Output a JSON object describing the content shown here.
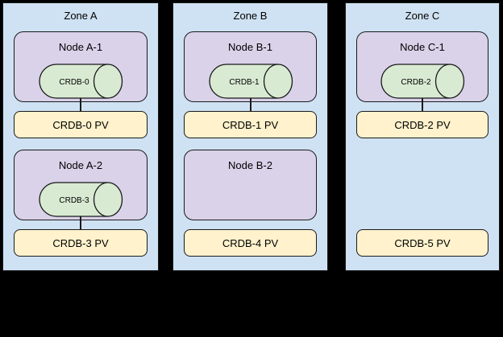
{
  "colors": {
    "background": "#000000",
    "zone-fill": "#cfe2f3",
    "node-fill": "#d9d2e9",
    "cylinder-fill": "#d9ead3",
    "pv-fill": "#fff2cc",
    "border": "#1a1a1a"
  },
  "diagram": {
    "type": "topology-diagram",
    "zones": [
      {
        "label": "Zone A",
        "rows": [
          {
            "node": {
              "label": "Node A-1",
              "cylinder": "CRDB-0"
            },
            "pv": "CRDB-0 PV",
            "connected": true
          },
          {
            "node": {
              "label": "Node A-2",
              "cylinder": "CRDB-3"
            },
            "pv": "CRDB-3 PV",
            "connected": true
          }
        ]
      },
      {
        "label": "Zone B",
        "rows": [
          {
            "node": {
              "label": "Node B-1",
              "cylinder": "CRDB-1"
            },
            "pv": "CRDB-1 PV",
            "connected": true
          },
          {
            "node": {
              "label": "Node B-2",
              "cylinder": null
            },
            "pv": "CRDB-4 PV",
            "connected": false
          }
        ]
      },
      {
        "label": "Zone C",
        "rows": [
          {
            "node": {
              "label": "Node C-1",
              "cylinder": "CRDB-2"
            },
            "pv": "CRDB-2 PV",
            "connected": true
          },
          {
            "node": null,
            "pv": "CRDB-5 PV",
            "connected": false
          }
        ]
      }
    ]
  }
}
